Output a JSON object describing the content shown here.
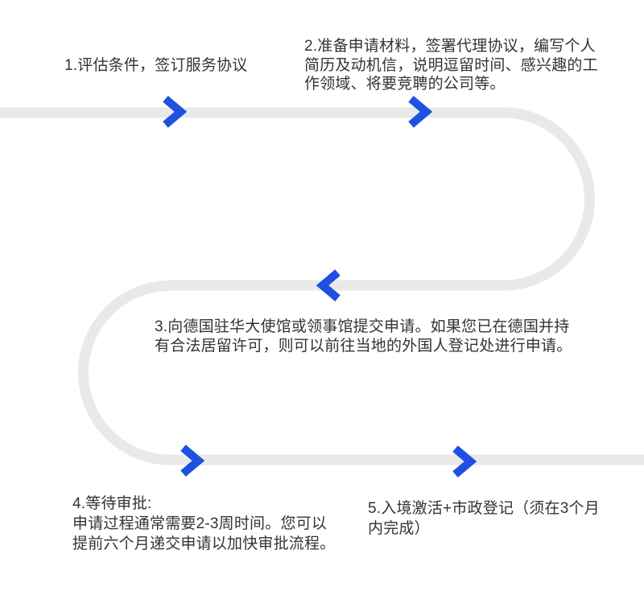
{
  "colors": {
    "path": "#e9e9e9",
    "arrow": "#2050e0",
    "text": "#333333",
    "background": "#ffffff"
  },
  "diagram": {
    "type": "process-flow",
    "steps": [
      {
        "id": 1,
        "text": "1.评估条件，签订服务协议"
      },
      {
        "id": 2,
        "text": "2.准备申请材料，签署代理协议，编写个人\n简历及动机信，说明逗留时间、感兴趣的工\n作领域、将要竞聘的公司等。"
      },
      {
        "id": 3,
        "text": "3.向德国驻华大使馆或领事馆提交申请。如果您已在德国并持\n有合法居留许可，则可以前往当地的外国人登记处进行申请。"
      },
      {
        "id": 4,
        "text": "4.等待审批:\n申请过程通常需要2-3周时间。您可以\n提前六个月递交申请以加快审批流程。"
      },
      {
        "id": 5,
        "text": "5.入境激活+市政登记（须在3个月\n内完成）"
      }
    ],
    "arrows": [
      {
        "on": "top-line",
        "direction": "right"
      },
      {
        "on": "top-line",
        "direction": "right"
      },
      {
        "on": "middle-line",
        "direction": "left"
      },
      {
        "on": "bottom-line",
        "direction": "right"
      },
      {
        "on": "bottom-line",
        "direction": "right"
      }
    ]
  }
}
